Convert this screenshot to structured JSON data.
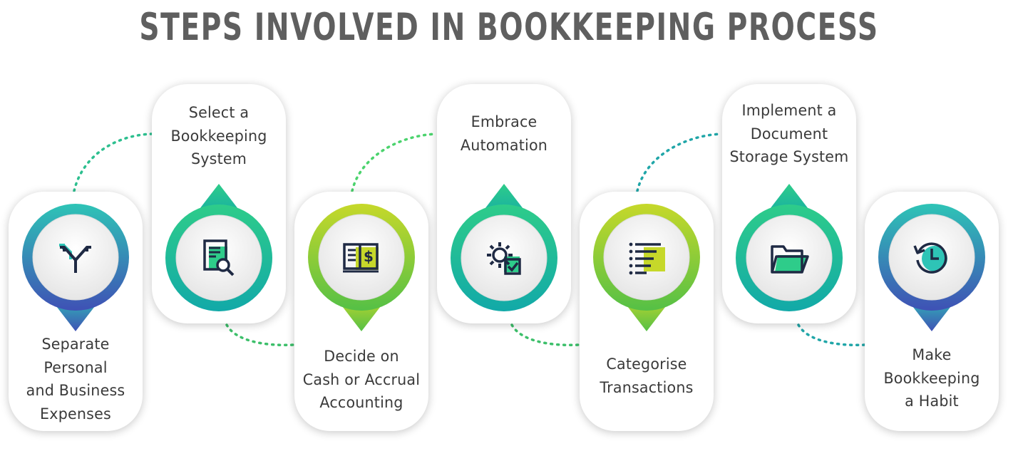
{
  "title": "STEPS INVOLVED IN BOOKKEEPING PROCESS",
  "steps": [
    {
      "label": "Separate\nPersonal\nand Business\nExpenses",
      "icon": "split-arrows-icon",
      "colors": [
        "#2ec4b6",
        "#3f51b5"
      ]
    },
    {
      "label": "Select a\nBookkeeping\nSystem",
      "icon": "document-search-icon",
      "colors": [
        "#2ecc8a",
        "#12a9a8"
      ]
    },
    {
      "label": "Decide on\nCash or Accrual\nAccounting",
      "icon": "dollar-book-icon",
      "colors": [
        "#c6d82a",
        "#55c046"
      ]
    },
    {
      "label": "Embrace\nAutomation",
      "icon": "gear-checkbox-icon",
      "colors": [
        "#2ecc8a",
        "#12a9a8"
      ]
    },
    {
      "label": "Categorise\nTransactions",
      "icon": "list-icon",
      "colors": [
        "#c6d82a",
        "#55c046"
      ]
    },
    {
      "label": "Implement a\nDocument\nStorage System",
      "icon": "folder-icon",
      "colors": [
        "#2ecc8a",
        "#12a9a8"
      ]
    },
    {
      "label": "Make\nBookkeeping\na Habit",
      "icon": "clock-history-icon",
      "colors": [
        "#2ec4b6",
        "#3f51b5"
      ]
    }
  ]
}
